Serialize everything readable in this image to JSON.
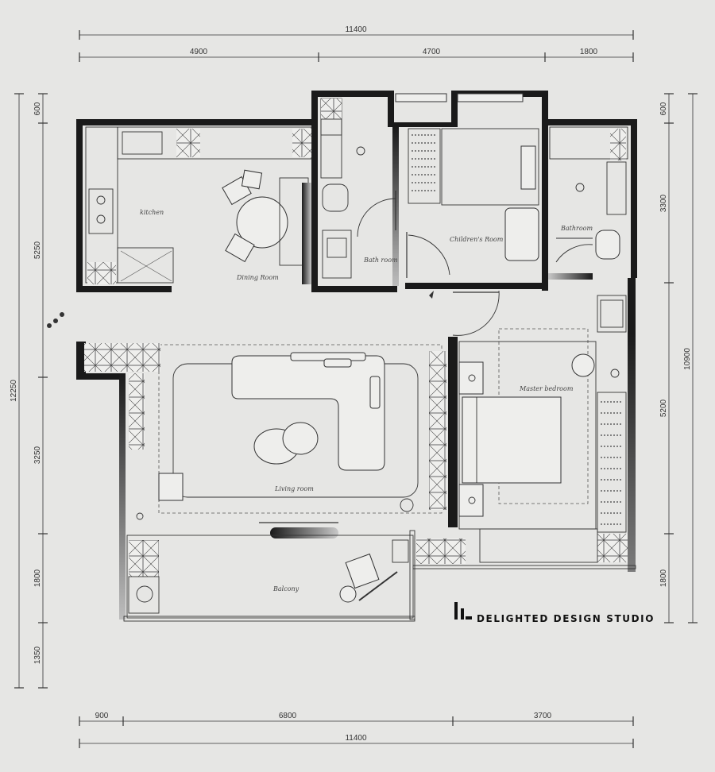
{
  "dimensions": {
    "top_total": "11400",
    "top_segments": [
      "4900",
      "4700",
      "1800"
    ],
    "bottom_segments": [
      "900",
      "6800",
      "3700"
    ],
    "bottom_total": "11400",
    "left_total": "12250",
    "left_segments": [
      "600",
      "5250",
      "3250",
      "1800",
      "1350"
    ],
    "right_total": "10900",
    "right_segments": [
      "600",
      "3300",
      "5200",
      "1800"
    ]
  },
  "rooms": {
    "kitchen": "kitchen",
    "dining": "Dining Room",
    "bath": "Bath room",
    "children": "Children's Room",
    "bath2": "Bathroom",
    "master": "Master bedroom",
    "living": "Living room",
    "balcony": "Balcony"
  },
  "logo": {
    "name": "DELIGHTED DESIGN STUDIO",
    "icon": "studio-logo-icon"
  },
  "colors": {
    "background": "#e6e6e4",
    "wall": "#1a1a1a",
    "line": "#333333"
  }
}
